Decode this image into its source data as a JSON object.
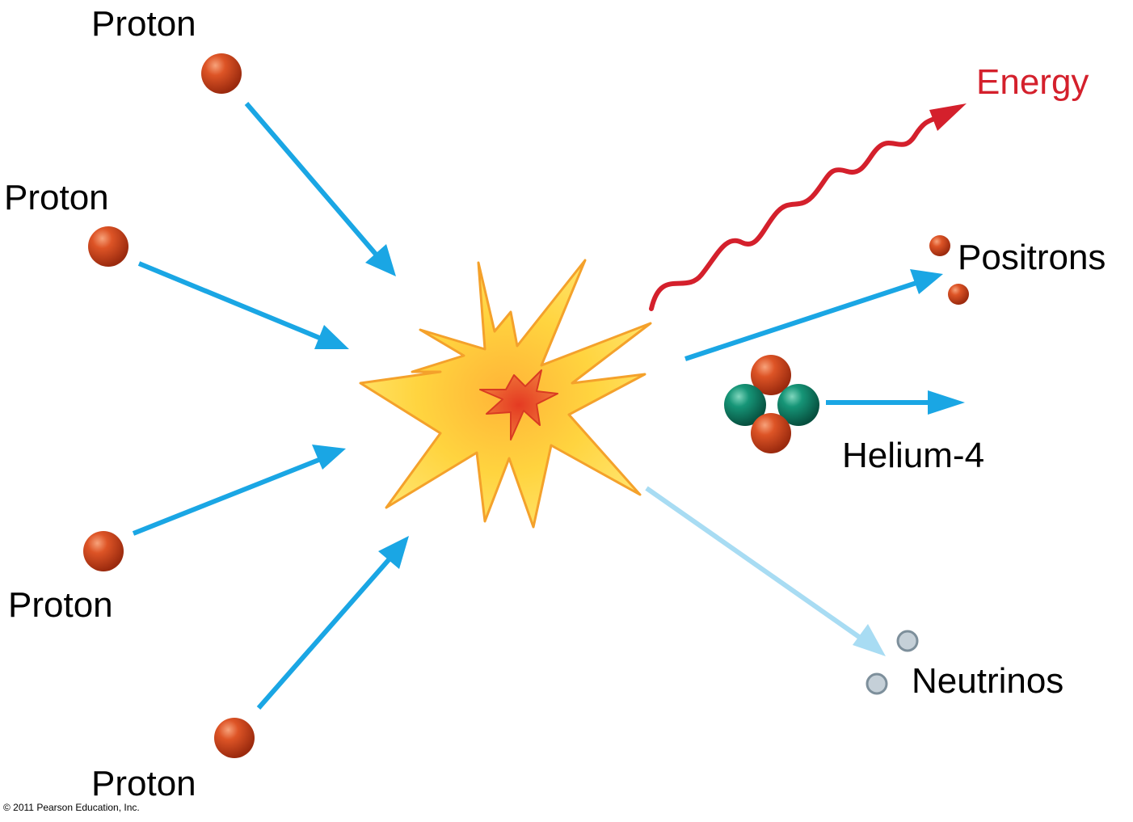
{
  "labels": {
    "proton_top": "Proton",
    "proton_upper_left": "Proton",
    "proton_lower_left": "Proton",
    "proton_bottom": "Proton",
    "energy": "Energy",
    "positrons": "Positrons",
    "helium": "Helium-4",
    "neutrinos": "Neutrinos"
  },
  "copyright": "© 2011 Pearson Education, Inc.",
  "colors": {
    "arrow": "#1aa6e4",
    "neutrino_arrow": "#a8dcf3",
    "energy": "#d4202c",
    "proton": "#c8401b",
    "neutron": "#0f7f68",
    "neutrino": "#c5d0d8",
    "burst_outer": "#ffd33d",
    "burst_inner": "#e9472a"
  }
}
